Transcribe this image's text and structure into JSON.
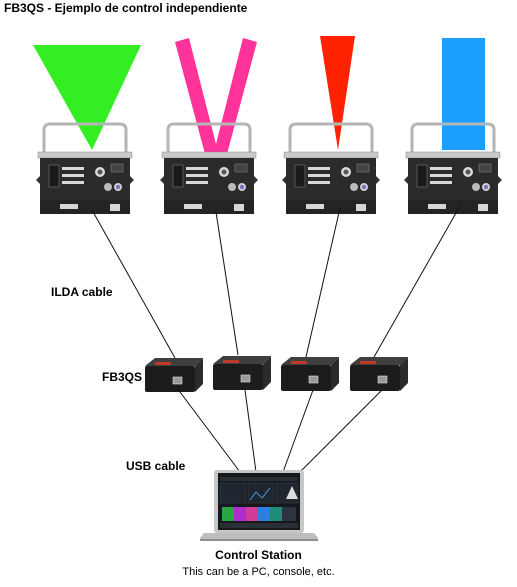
{
  "title": "FB3QS - Ejemplo de control independiente",
  "labels": {
    "ilda": "ILDA cable",
    "fb3qs": "FB3QS",
    "usb": "USB cable",
    "station": "Control Station",
    "station_note": "This can be a PC, console, etc."
  },
  "beam_colors": {
    "green": "#33ee22",
    "pink": "#ff3399",
    "red": "#ff2200",
    "blue": "#1a9fff"
  }
}
